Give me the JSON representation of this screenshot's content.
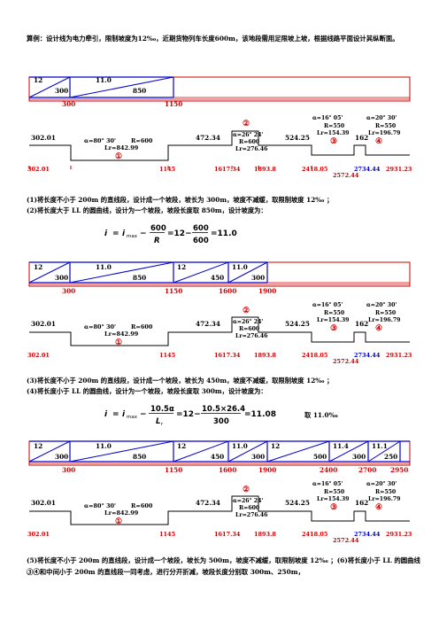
{
  "intro": "算例：设计线为电力牵引，限制坡度为12‰，近期货物列车长度600m，该地段需用足限坡上坡，根据线路平面设计其纵断面。",
  "step1": "(1)将长度不小于 200m 的直线段，设计成一个坡段，坡长为 300m，坡度不减缓，取限制坡度 12‰ ；",
  "step2": "(2)将长度大于 LL 的圆曲线，设计为一个坡段，坡段长度取 850m，设计坡度为：",
  "formula1": "i = i_max − 600/R = 12 − 600/600 = 11.0",
  "step3": "(3)将长度不小于 200m 的直线段，设计成一个坡段，坡长为 450m，坡度不减缓，取限制坡度 12‰ ；",
  "step4": "(4)将长度小于 LL 的圆曲线，设计为一个坡段，坡段长度取 300m，设计坡度为：",
  "formula2": "i = i_max − 10.5α/L_r = 12 − 10.5×26.4/300 = 11.08",
  "formula2_note": "取 11.0‰",
  "step5": "(5)将长度不小于 200m 的直线段，设计成一个坡段，坡长为 500m，坡度不减缓，取限制坡度 12‰ ；(6)将长度小于 LL 的圆曲线③④和中间小于 200m 的直线段一同考虑，进行分开折减，坡段长度分别取 300m、250m，",
  "plan": {
    "tangent_labels": [
      "302.01",
      "472.34",
      "524.25",
      "162"
    ],
    "curve1": {
      "num": "①",
      "alpha": "α=80° 30'",
      "R": "R=600",
      "L": "Lr=842.99"
    },
    "curve2": {
      "num": "②",
      "alpha": "α=26° 24'",
      "R": "R=600",
      "L": "Lr=276.46"
    },
    "curve3": {
      "num": "③",
      "alpha": "α=16° 05'",
      "R": "R=550",
      "L": "Lr=154.39"
    },
    "curve4": {
      "num": "④",
      "alpha": "α=20° 30'",
      "R": "R=550",
      "L": "Lr=196.79"
    },
    "mileage": [
      "302.01",
      "1145",
      "1617.34",
      "1893.8",
      "2418.05",
      "2572.44",
      "2734.44",
      "2931.23"
    ]
  },
  "profile1": {
    "grades": [
      "12",
      "11.0"
    ],
    "lengths": [
      "300",
      "850"
    ],
    "stations": [
      "300",
      "1150"
    ]
  },
  "profile2": {
    "grades": [
      "12",
      "11.0",
      "12",
      "11.0"
    ],
    "lengths": [
      "300",
      "850",
      "450",
      "300"
    ],
    "stations": [
      "300",
      "1150",
      "1600",
      "1900"
    ]
  },
  "profile3": {
    "grades": [
      "12",
      "11.0",
      "12",
      "11.0",
      "12",
      "11.4",
      "11.1"
    ],
    "lengths": [
      "300",
      "850",
      "450",
      "300",
      "500",
      "300",
      "250"
    ],
    "stations": [
      "300",
      "1150",
      "1600",
      "1900",
      "2400",
      "2700",
      "2950"
    ]
  }
}
